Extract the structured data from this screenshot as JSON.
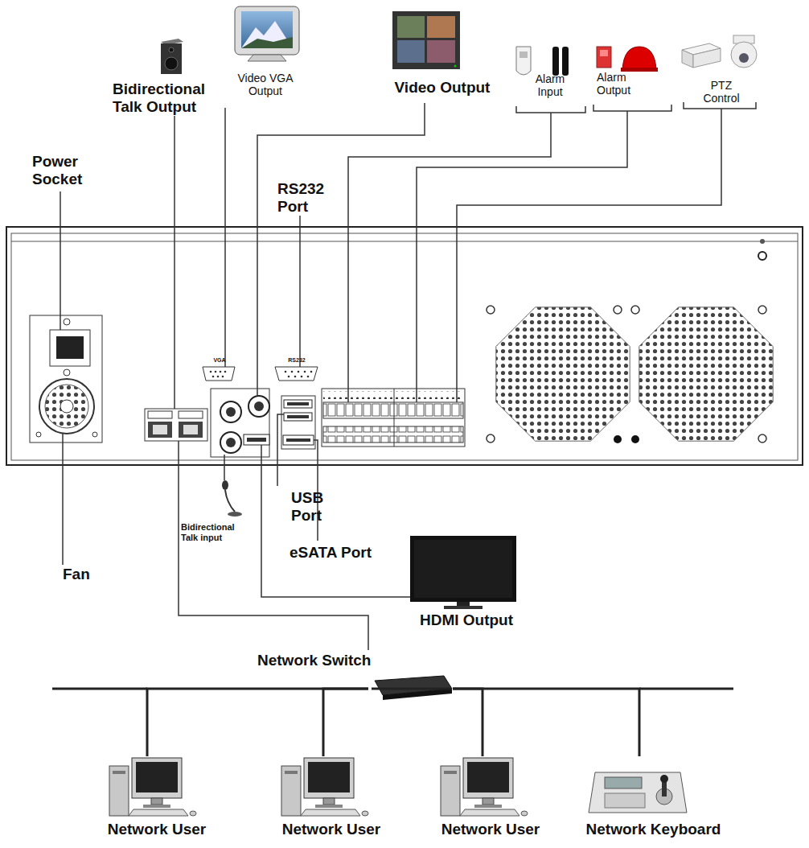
{
  "diagram": {
    "nodes": [
      {
        "text": [
          "Bidirectional Talk Output"
        ]
      },
      {
        "text": [
          "Video VGA Output"
        ]
      },
      {
        "text": [
          "Video Output"
        ]
      },
      {
        "text": [
          "Alarm Input"
        ]
      },
      {
        "text": [
          "Alarm Output"
        ]
      },
      {
        "text": [
          "PTZ Control"
        ]
      },
      {
        "text": [
          "Bidirectional Talk input"
        ]
      },
      {
        "text": [
          "HDMI Output"
        ]
      },
      {
        "text": [
          "Network Switch"
        ]
      },
      {
        "text": [
          "Network User"
        ]
      },
      {
        "text": [
          "Network User"
        ]
      },
      {
        "text": [
          "Network User"
        ]
      },
      {
        "text": [
          "Network Keyboard"
        ]
      }
    ],
    "edges": [
      {
        "from": 8,
        "to": 9,
        "arrow": "none"
      },
      {
        "from": 8,
        "to": 10,
        "arrow": "none"
      },
      {
        "from": 8,
        "to": 11,
        "arrow": "none"
      },
      {
        "from": 8,
        "to": 12,
        "arrow": "none"
      }
    ],
    "labels": [
      "Power Socket",
      "RS232 Port",
      "VGA",
      "RS232",
      "USB Port",
      "eSATA Port",
      "Fan"
    ]
  }
}
